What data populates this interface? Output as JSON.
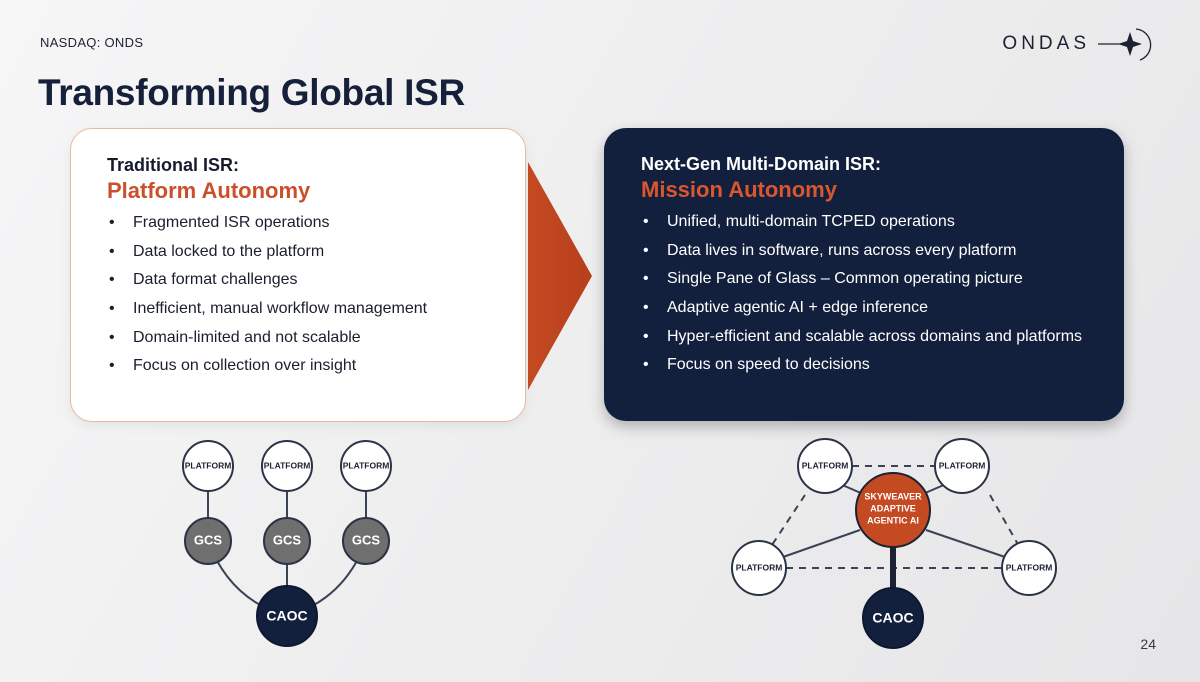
{
  "header": {
    "ticker": "NASDAQ: ONDS",
    "logo_text": "ONDAS",
    "title": "Transforming Global ISR"
  },
  "left_card": {
    "subtitle": "Traditional ISR:",
    "heading": "Platform Autonomy",
    "items": [
      "Fragmented ISR operations",
      "Data locked to the platform",
      "Data format challenges",
      "Inefficient, manual workflow management",
      "Domain-limited and not scalable",
      "Focus on collection over insight"
    ]
  },
  "right_card": {
    "subtitle": "Next-Gen Multi-Domain ISR:",
    "heading": "Mission Autonomy",
    "items": [
      "Unified, multi-domain TCPED operations",
      "Data lives in software, runs across every platform",
      "Single Pane of Glass – Common operating picture",
      "Adaptive agentic AI + edge inference",
      "Hyper-efficient and scalable across domains and platforms",
      "Focus on speed to decisions"
    ]
  },
  "left_diagram": {
    "platform_label": "PLATFORM",
    "gcs_label": "GCS",
    "caoc_label": "CAOC"
  },
  "right_diagram": {
    "platform_label": "PLATFORM",
    "hub_lines": [
      "SKYWEAVER",
      "ADAPTIVE",
      "AGENTIC AI"
    ],
    "caoc_label": "CAOC"
  },
  "colors": {
    "navy": "#13203d",
    "accent": "#c9502a",
    "gcs_gray": "#6f6f6f"
  },
  "footer": {
    "page_number": "24"
  }
}
